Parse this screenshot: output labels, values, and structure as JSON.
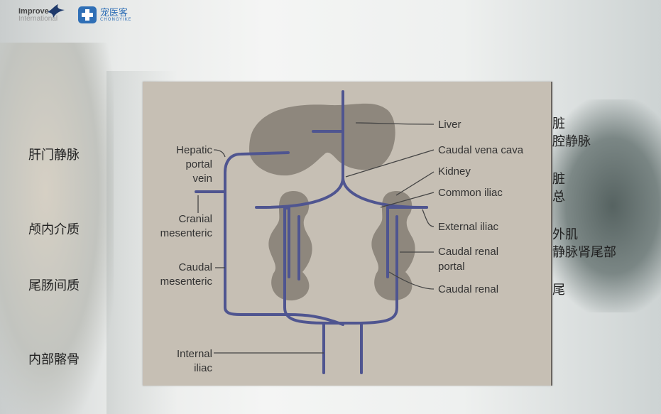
{
  "logos": {
    "improve_line1": "Improve",
    "improve_line2": "International",
    "chongyike_cn": "宠医客",
    "chongyike_en": "CHONGYIKE"
  },
  "left_chinese": [
    "肝门静脉",
    "颅内介质",
    "尾肠间质",
    "内部髂骨"
  ],
  "right_chinese": [
    [
      "肝脏",
      "后腔静脉"
    ],
    [
      "肾脏",
      "髂总"
    ],
    [
      "髂外肌",
      "门静脉肾尾部"
    ],
    [
      "肾尾"
    ]
  ],
  "diagram": {
    "labels_left": {
      "hepatic_portal_vein": [
        "Hepatic",
        "portal",
        "vein"
      ],
      "cranial_mesenteric": [
        "Cranial",
        "mesenteric"
      ],
      "caudal_mesenteric": [
        "Caudal",
        "mesenteric"
      ],
      "internal_iliac": [
        "Internal",
        "iliac"
      ]
    },
    "labels_right": {
      "liver": "Liver",
      "caudal_vena_cava": "Caudal vena cava",
      "kidney": "Kidney",
      "common_iliac": "Common iliac",
      "external_iliac": "External iliac",
      "caudal_renal_portal": [
        "Caudal renal",
        "portal"
      ],
      "caudal_renal": "Caudal renal"
    },
    "colors": {
      "background": "#c6bfb4",
      "organ_fill": "#8e877d",
      "vessel": "#4f5590",
      "leader": "#444444"
    }
  }
}
